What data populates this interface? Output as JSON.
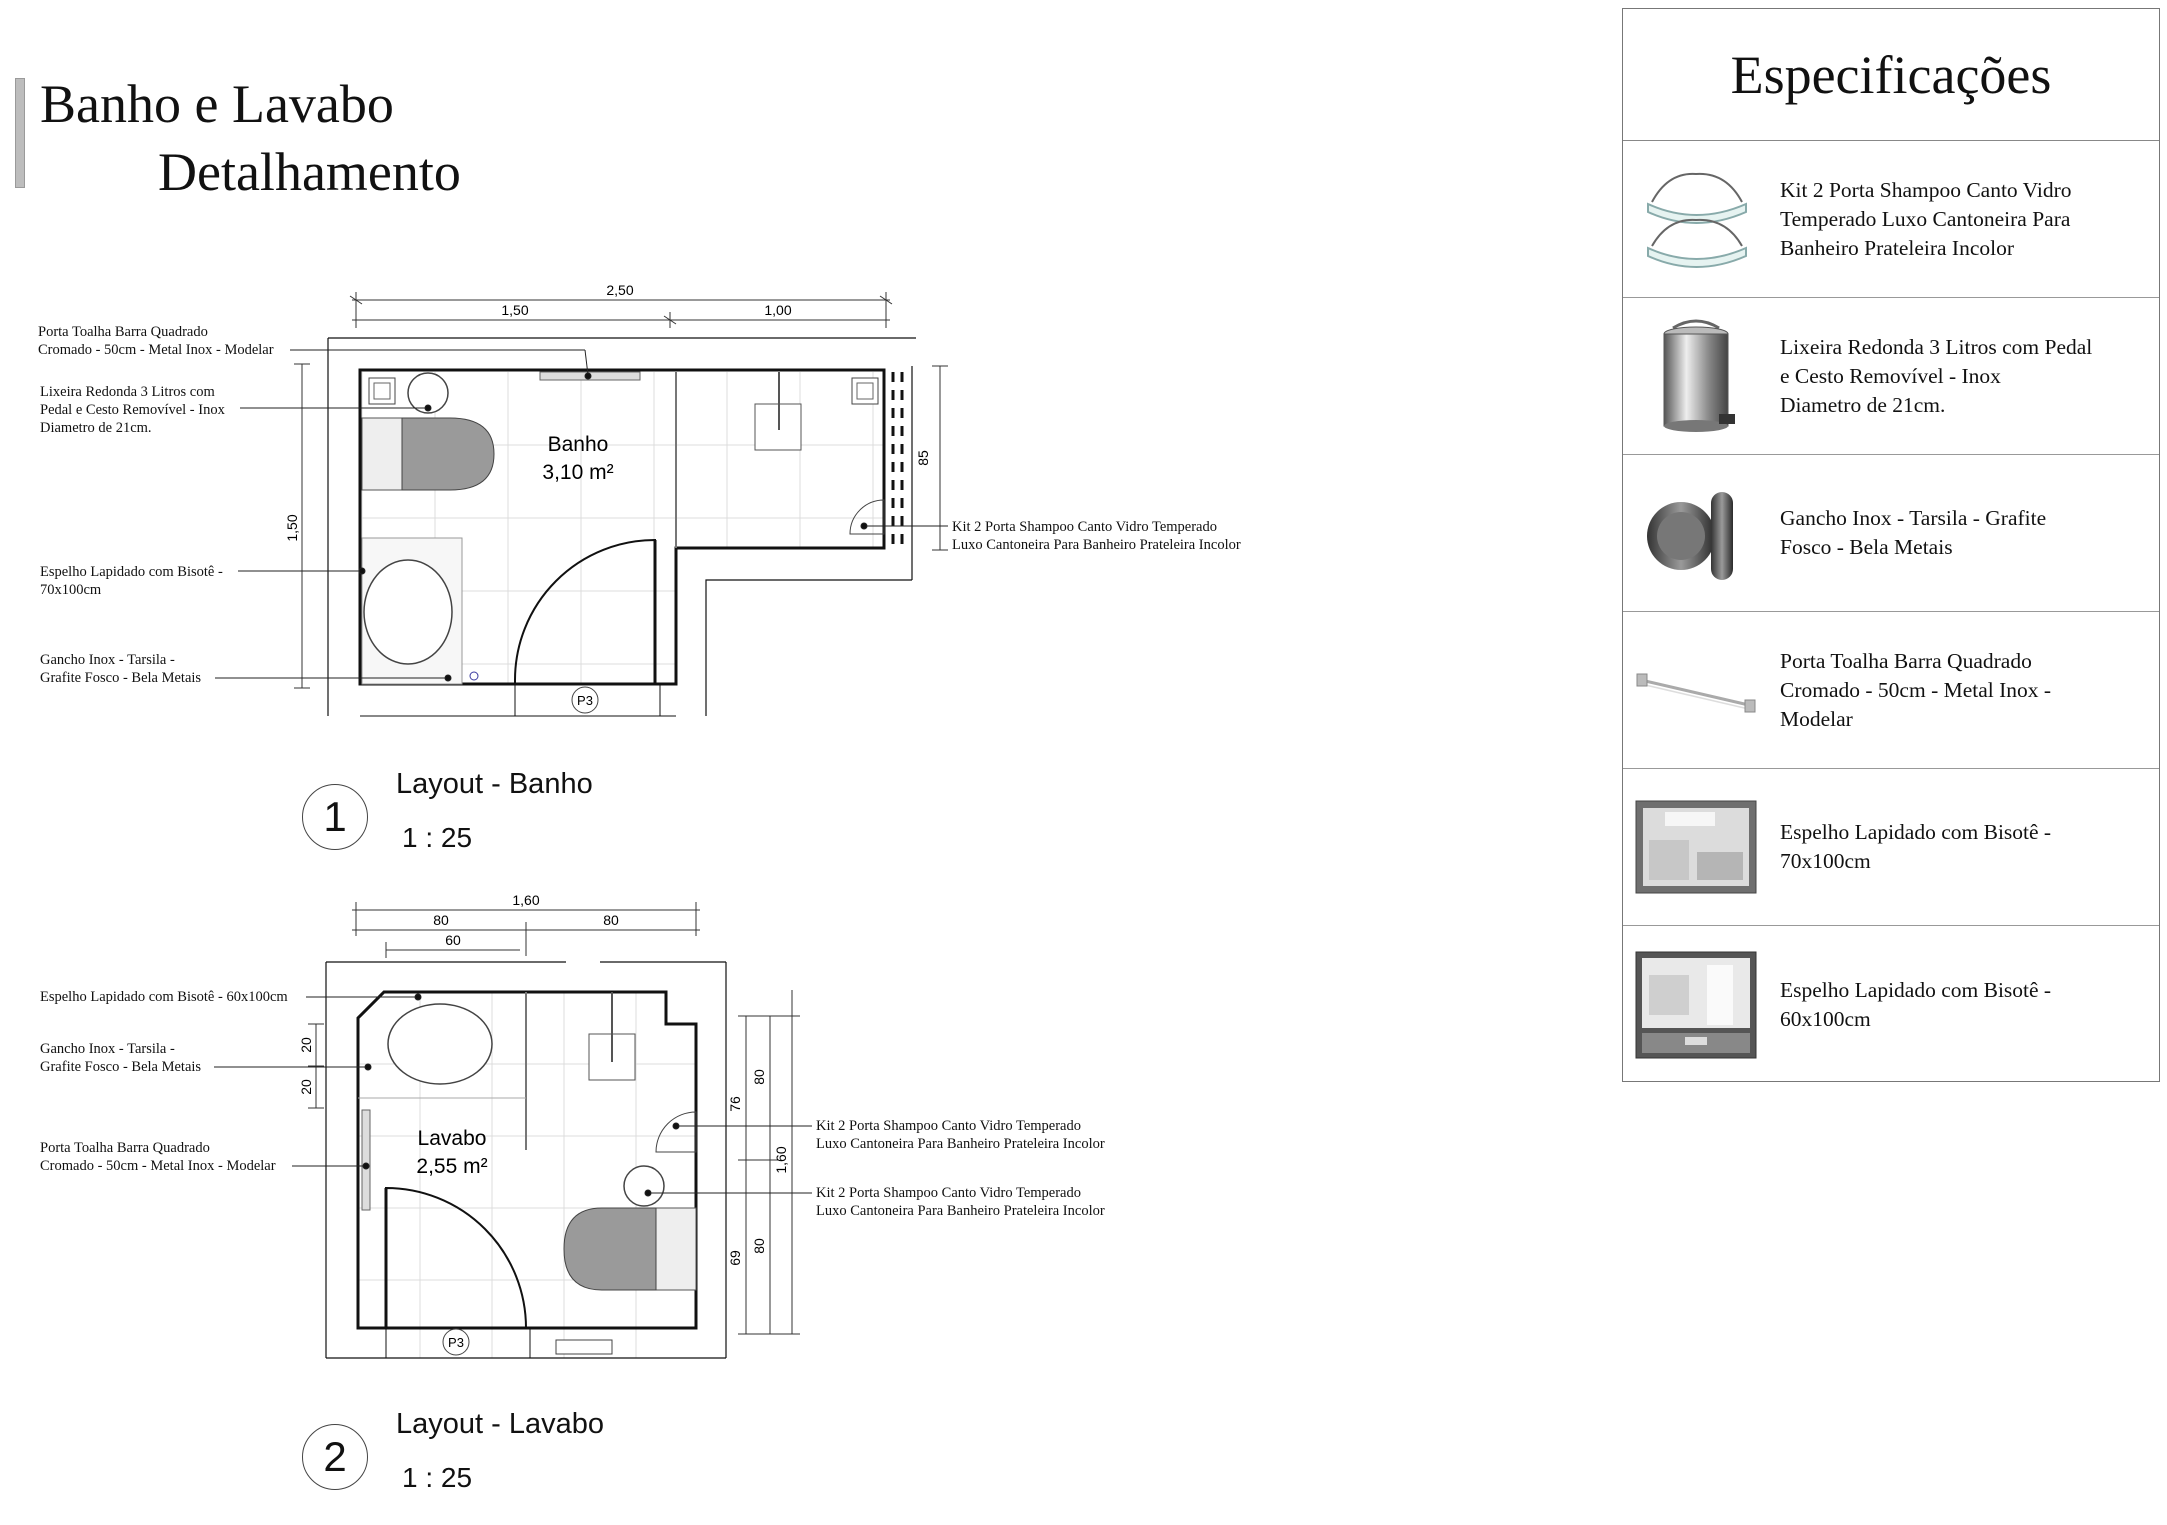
{
  "header": {
    "title_line1": "Banho e Lavabo",
    "title_line2": "Detalhamento"
  },
  "plan1": {
    "room_name": "Banho",
    "room_area": "3,10 m²",
    "dims": {
      "total_top": "2,50",
      "top_left": "1,50",
      "top_right": "1,00",
      "left_height": "1,50",
      "right_height": "85"
    },
    "door_tag": "P3",
    "notes": {
      "towel_bar": [
        "Porta Toalha Barra Quadrado",
        "Cromado - 50cm - Metal Inox - Modelar"
      ],
      "trash": [
        "Lixeira Redonda 3 Litros com",
        "Pedal e Cesto Removível - Inox",
        "Diametro de 21cm."
      ],
      "mirror": [
        "Espelho Lapidado com Bisotê -",
        "70x100cm"
      ],
      "hook": [
        "Gancho Inox - Tarsila -",
        "Grafite Fosco - Bela Metais"
      ],
      "shelf": [
        "Kit 2 Porta Shampoo Canto Vidro Temperado",
        "Luxo Cantoneira Para Banheiro Prateleira Incolor"
      ]
    },
    "caption": {
      "number": "1",
      "title": "Layout - Banho",
      "scale": "1 : 25"
    }
  },
  "plan2": {
    "room_name": "Lavabo",
    "room_area": "2,55 m²",
    "dims": {
      "total_top": "1,60",
      "top_left": "80",
      "top_right": "80",
      "inner": "60",
      "left_a": "20",
      "left_b": "20",
      "right_76": "76",
      "right_69": "69",
      "right_80a": "80",
      "right_80b": "80",
      "right_160": "1,60"
    },
    "door_tag": "P3",
    "notes": {
      "mirror": [
        "Espelho Lapidado com Bisotê - 60x100cm"
      ],
      "hook": [
        "Gancho Inox - Tarsila -",
        "Grafite Fosco - Bela Metais"
      ],
      "towel_bar": [
        "Porta Toalha Barra Quadrado",
        "Cromado - 50cm - Metal Inox - Modelar"
      ],
      "shelf1": [
        "Kit 2 Porta Shampoo Canto Vidro Temperado",
        "Luxo Cantoneira Para Banheiro Prateleira Incolor"
      ],
      "shelf2": [
        "Kit 2 Porta Shampoo Canto Vidro Temperado",
        "Luxo Cantoneira Para Banheiro Prateleira Incolor"
      ]
    },
    "caption": {
      "number": "2",
      "title": "Layout - Lavabo",
      "scale": "1 : 25"
    }
  },
  "specs": {
    "title": "Especificações",
    "items": [
      {
        "icon": "glass-corner-shelf",
        "lines": [
          "Kit 2 Porta Shampoo Canto Vidro",
          "Temperado Luxo Cantoneira Para",
          "Banheiro Prateleira Incolor"
        ]
      },
      {
        "icon": "pedal-trash-bin",
        "lines": [
          "Lixeira Redonda 3 Litros com Pedal",
          "e Cesto Removível - Inox",
          "Diametro de 21cm."
        ]
      },
      {
        "icon": "wall-hook",
        "lines": [
          "Gancho Inox - Tarsila - Grafite",
          "Fosco - Bela Metais"
        ]
      },
      {
        "icon": "towel-bar",
        "lines": [
          "Porta Toalha Barra Quadrado",
          "Cromado - 50cm - Metal Inox -",
          "Modelar"
        ]
      },
      {
        "icon": "mirror-70x100",
        "lines": [
          "Espelho Lapidado com Bisotê -",
          "70x100cm"
        ]
      },
      {
        "icon": "mirror-60x100",
        "lines": [
          "Espelho Lapidado com Bisotê -",
          "60x100cm"
        ]
      }
    ]
  }
}
